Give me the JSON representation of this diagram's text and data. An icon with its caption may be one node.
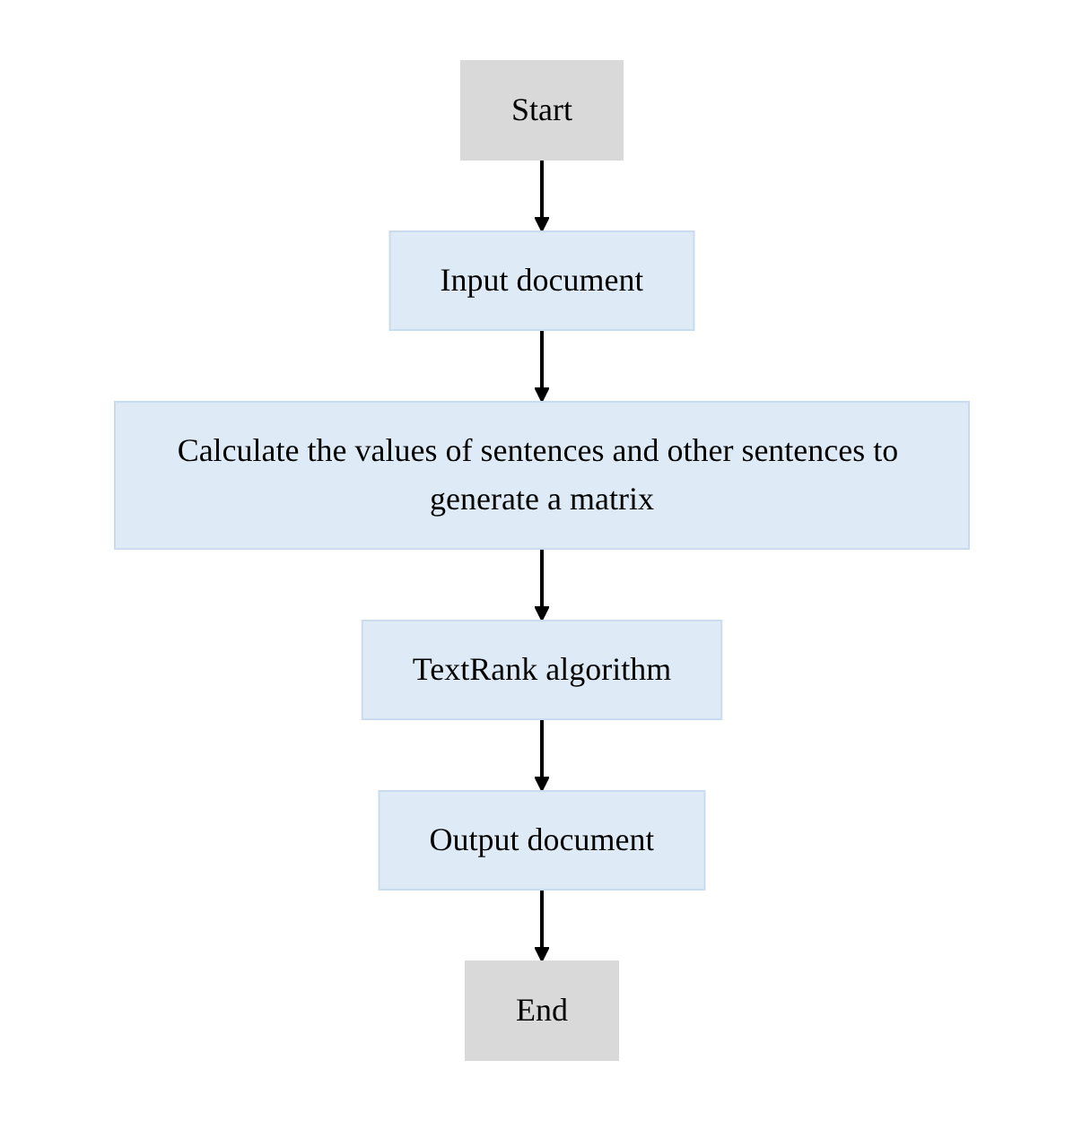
{
  "diagram": {
    "nodes": [
      {
        "text": [
          "Start"
        ]
      },
      {
        "text": [
          "Input document"
        ]
      },
      {
        "text": [
          "Calculate the values of sentences and other sentences to generate a matrix"
        ]
      },
      {
        "text": [
          "TextRank algorithm"
        ]
      },
      {
        "text": [
          "Output document"
        ]
      },
      {
        "text": [
          "End"
        ]
      }
    ],
    "edges": [
      {
        "from": 0,
        "to": 1,
        "arrow": "to"
      },
      {
        "from": 1,
        "to": 2,
        "arrow": "to"
      },
      {
        "from": 2,
        "to": 3,
        "arrow": "to"
      },
      {
        "from": 3,
        "to": 4,
        "arrow": "to"
      },
      {
        "from": 4,
        "to": 5,
        "arrow": "to"
      }
    ]
  }
}
